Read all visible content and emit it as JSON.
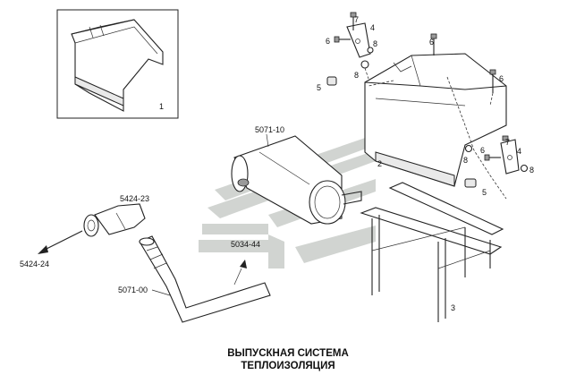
{
  "caption": {
    "line1": "ВЫПУСКНАЯ СИСТЕМА",
    "line2": "ТЕПЛОИЗОЛЯЦИЯ"
  },
  "callouts": {
    "item1": "1",
    "item2": "2",
    "item3": "3",
    "item4a": "4",
    "item4b": "4",
    "item5a": "5",
    "item5b": "5",
    "item6a": "6",
    "item6b": "6",
    "item6c": "6",
    "item7a": "7",
    "item7b": "7",
    "item8a": "8",
    "item8b": "8",
    "item8c": "8",
    "item8d": "8",
    "muffler_ref": "5071-10",
    "elbow_ref": "5424-23",
    "pipe_out_ref": "5424-24",
    "clamp_ref": "5034-44",
    "downpipe_ref": "5071-00"
  },
  "colors": {
    "watermark": "#c9cdc9",
    "line": "#222222"
  },
  "icons": {
    "watermark": "kamaz-logo-watermark"
  }
}
